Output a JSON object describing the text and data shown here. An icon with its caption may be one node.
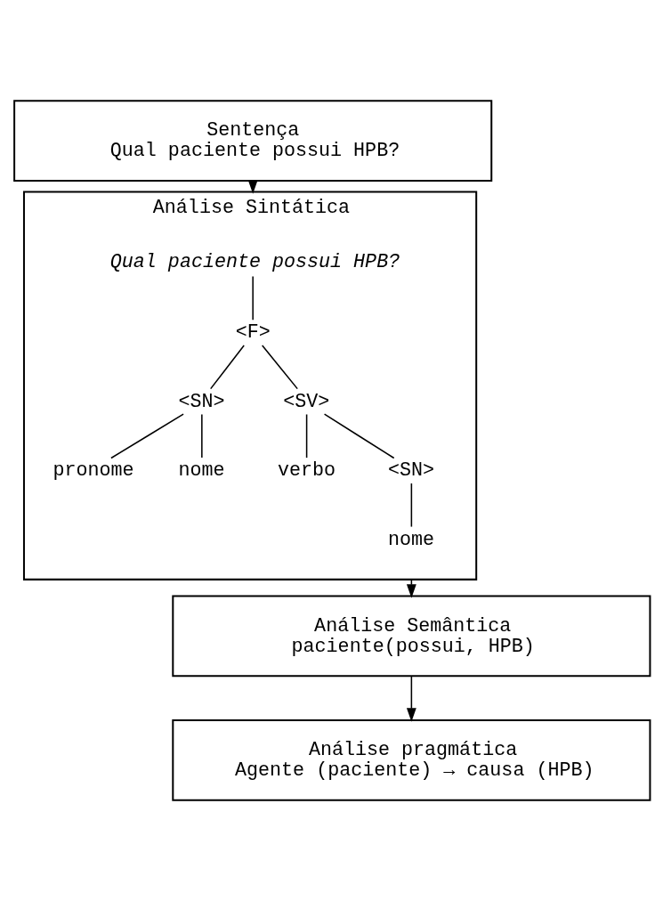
{
  "diagram": {
    "nodes": [
      {
        "text": [
          "Sentença",
          "Qual paciente possui HPB?"
        ]
      },
      {
        "text": [
          "Análise Sintática"
        ]
      },
      {
        "text": [
          "Qual paciente possui HPB?"
        ],
        "in": 1
      },
      {
        "text": [
          "<F>"
        ],
        "in": 1
      },
      {
        "text": [
          "<SN>"
        ],
        "in": 1
      },
      {
        "text": [
          "<SV>"
        ],
        "in": 1
      },
      {
        "text": [
          "pronome"
        ],
        "in": 1
      },
      {
        "text": [
          "nome"
        ],
        "in": 1
      },
      {
        "text": [
          "verbo"
        ],
        "in": 1
      },
      {
        "text": [
          "<SN>"
        ],
        "in": 1
      },
      {
        "text": [
          "nome"
        ],
        "in": 1
      },
      {
        "text": [
          "Análise Semântica",
          "paciente(possui, HPB)"
        ]
      },
      {
        "text": [
          "Análise pragmática",
          "Agente (paciente) → causa (HPB)"
        ]
      }
    ],
    "edges": [
      {
        "from": 0,
        "to": 1,
        "arrow": "to"
      },
      {
        "from": 2,
        "to": 3,
        "arrow": "none"
      },
      {
        "from": 3,
        "to": 4,
        "arrow": "none"
      },
      {
        "from": 3,
        "to": 5,
        "arrow": "none"
      },
      {
        "from": 4,
        "to": 6,
        "arrow": "none"
      },
      {
        "from": 4,
        "to": 7,
        "arrow": "none"
      },
      {
        "from": 5,
        "to": 8,
        "arrow": "none"
      },
      {
        "from": 5,
        "to": 9,
        "arrow": "none"
      },
      {
        "from": 9,
        "to": 10,
        "arrow": "none"
      },
      {
        "from": 1,
        "to": 11,
        "arrow": "to"
      },
      {
        "from": 11,
        "to": 12,
        "arrow": "to"
      }
    ]
  }
}
